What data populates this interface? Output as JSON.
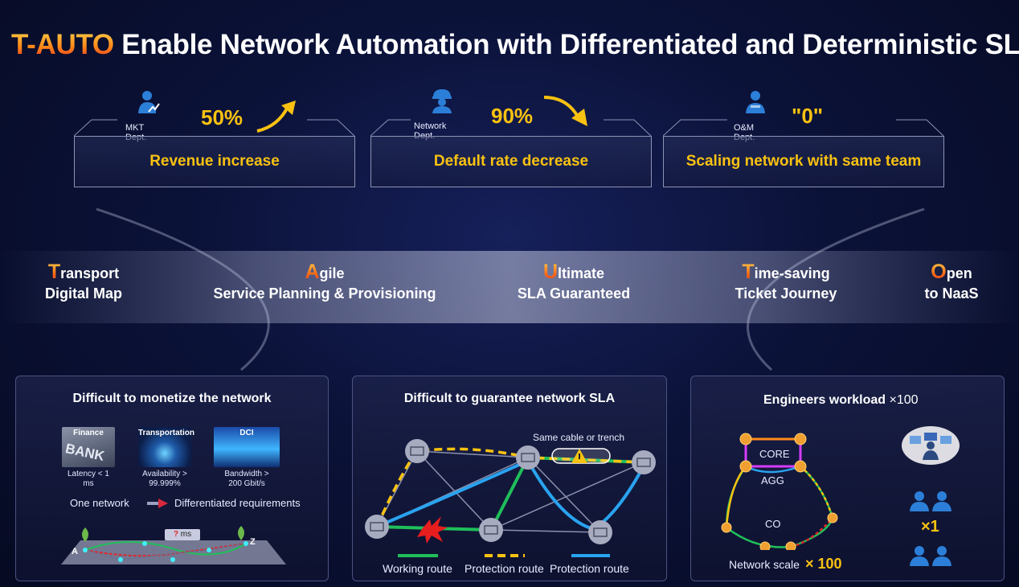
{
  "title": {
    "brand": "T-AUTO",
    "rest": " Enable Network Automation with Differentiated and Deterministic SLA"
  },
  "kpis": [
    {
      "dept": "MKT Dept.",
      "value": "50%",
      "label": "Revenue increase",
      "icon": "user-chart-icon"
    },
    {
      "dept": "Network Dept.",
      "value": "90%",
      "label": "Default rate decrease",
      "icon": "engineer-icon"
    },
    {
      "dept": "O&M Dept.",
      "value": "\"0\"",
      "label": "Scaling network with same team",
      "icon": "team-icon"
    }
  ],
  "pillars": [
    {
      "letter": "T",
      "rest": "ransport",
      "line2": "Digital Map"
    },
    {
      "letter": "A",
      "rest": "gile",
      "line2": "Service Planning & Provisioning"
    },
    {
      "letter": "U",
      "rest": "ltimate",
      "line2": "SLA Guaranteed"
    },
    {
      "letter": "T",
      "rest": "ime-saving",
      "line2": "Ticket Journey"
    },
    {
      "letter": "O",
      "rest": "pen",
      "line2": "to NaaS"
    }
  ],
  "panel1": {
    "title": "Difficult to monetize the network",
    "tiles": [
      {
        "name": "Finance",
        "caption1": "Latency < 1",
        "caption2": "ms",
        "art": "BANK"
      },
      {
        "name": "Transportation",
        "caption1": "Availability >",
        "caption2": "99.999%"
      },
      {
        "name": "DCI",
        "caption1": "Bandwidth >",
        "caption2": "200 Gbit/s"
      }
    ],
    "one_network": "One network",
    "diff_req": "Differentiated requirements",
    "ms_label": "ms",
    "question": "?",
    "point_a": "A",
    "point_z": "Z"
  },
  "panel2": {
    "title": "Difficult to guarantee network SLA",
    "cable_label": "Same cable or trench",
    "legend": [
      "Working route",
      "Protection route",
      "Protection route"
    ],
    "colors": {
      "working": "#1fbf5a",
      "protection_dashed": "#f9c211",
      "protection": "#29a3f0"
    }
  },
  "panel3": {
    "title": "Engineers workload",
    "multiplier": "×100",
    "layers": [
      "CORE",
      "AGG",
      "CO"
    ],
    "scale_label": "Network scale",
    "scale_value": "× 100",
    "team_multiplier": "×1"
  },
  "colors": {
    "accent": "#f9c211",
    "background": "#0a0f2e"
  }
}
